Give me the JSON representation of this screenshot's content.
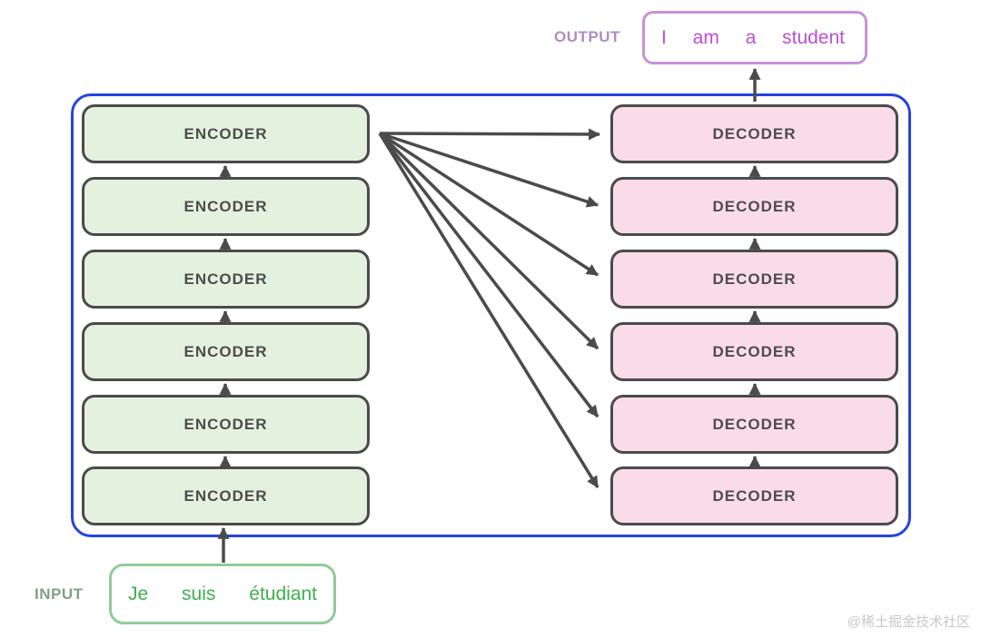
{
  "palette": {
    "frame_blue": "#2544e4",
    "box_border": "#4b4b4b",
    "box_text": "#4d4d4d",
    "encoder_fill": "#e4f1df",
    "decoder_fill": "#fadce8",
    "arrow": "#4b4b4b",
    "output_border": "#c792d9",
    "output_text": "#bb4fd4",
    "output_label": "#b18bc5",
    "input_border": "#90cb97",
    "input_text": "#3daf4f",
    "input_label": "#7f9f84",
    "watermark": "#c8c8c8"
  },
  "diagram": {
    "output": {
      "label": "OUTPUT",
      "words": [
        "I",
        "am",
        "a",
        "student"
      ]
    },
    "input": {
      "label": "INPUT",
      "words": [
        "Je",
        "suis",
        "étudiant"
      ]
    },
    "encoders": [
      {
        "label": "ENCODER"
      },
      {
        "label": "ENCODER"
      },
      {
        "label": "ENCODER"
      },
      {
        "label": "ENCODER"
      },
      {
        "label": "ENCODER"
      },
      {
        "label": "ENCODER"
      }
    ],
    "decoders": [
      {
        "label": "DECODER"
      },
      {
        "label": "DECODER"
      },
      {
        "label": "DECODER"
      },
      {
        "label": "DECODER"
      },
      {
        "label": "DECODER"
      },
      {
        "label": "DECODER"
      }
    ],
    "watermark": "@稀土掘金技术社区"
  }
}
